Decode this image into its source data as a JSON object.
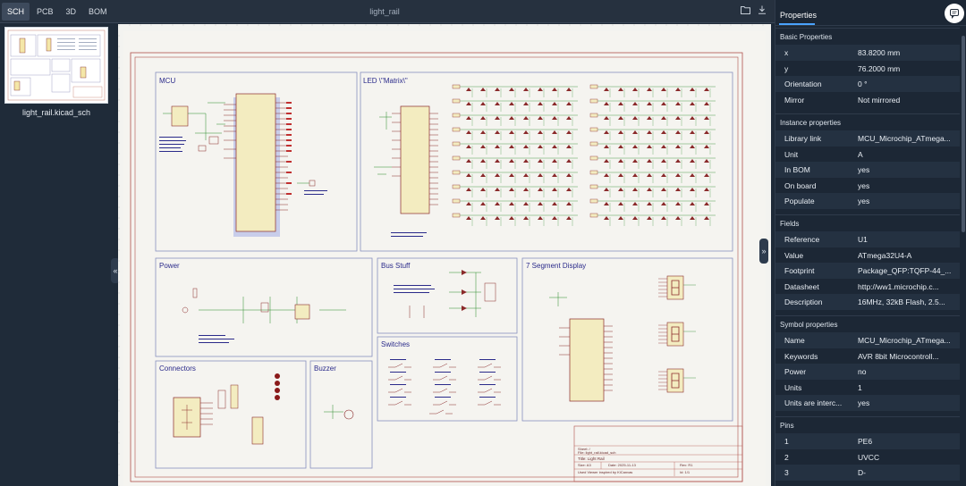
{
  "tabs": [
    {
      "label": "SCH",
      "active": true
    },
    {
      "label": "PCB",
      "active": false
    },
    {
      "label": "3D",
      "active": false
    },
    {
      "label": "BOM",
      "active": false
    }
  ],
  "filename": "light_rail",
  "icons": {
    "open": "folder-icon",
    "download": "download-icon",
    "chat": "chat-icon",
    "collapse_left": "chevrons-left-icon",
    "expand_right": "chevrons-right-icon"
  },
  "sheet": {
    "label": "light_rail.kicad_sch"
  },
  "schematic": {
    "blocks": {
      "mcu": "MCU",
      "led": "LED \\\"Matrix\\\"",
      "power": "Power",
      "bus": "Bus Stuff",
      "seg": "7 Segment Display",
      "switches": "Switches",
      "connectors": "Connectors",
      "buzzer": "Buzzer"
    },
    "title_block": {
      "line1": "Sheet: /",
      "line2": "File: light_rail.kicad_sch",
      "line3": "Title: Light Rail",
      "size": "Size: A3",
      "date": "Date: 2025-11-13",
      "rev": "Rev: R1",
      "tool": "Used Viewer inspired by KiCanvas",
      "id": "Id: 1/1"
    }
  },
  "properties": {
    "title": "Properties",
    "sections": [
      {
        "title": "Basic Properties",
        "rows": [
          {
            "k": "x",
            "v": "83.8200 mm"
          },
          {
            "k": "y",
            "v": "76.2000 mm"
          },
          {
            "k": "Orientation",
            "v": "0 °"
          },
          {
            "k": "Mirror",
            "v": "Not mirrored"
          }
        ]
      },
      {
        "title": "Instance properties",
        "rows": [
          {
            "k": "Library link",
            "v": "MCU_Microchip_ATmega..."
          },
          {
            "k": "Unit",
            "v": "A"
          },
          {
            "k": "In BOM",
            "v": "yes"
          },
          {
            "k": "On board",
            "v": "yes"
          },
          {
            "k": "Populate",
            "v": "yes"
          }
        ]
      },
      {
        "title": "Fields",
        "rows": [
          {
            "k": "Reference",
            "v": "U1"
          },
          {
            "k": "Value",
            "v": "ATmega32U4-A"
          },
          {
            "k": "Footprint",
            "v": "Package_QFP:TQFP-44_..."
          },
          {
            "k": "Datasheet",
            "v": "http://ww1.microchip.c..."
          },
          {
            "k": "Description",
            "v": "16MHz, 32kB Flash, 2.5..."
          }
        ]
      },
      {
        "title": "Symbol properties",
        "rows": [
          {
            "k": "Name",
            "v": "MCU_Microchip_ATmega..."
          },
          {
            "k": "Keywords",
            "v": "AVR 8bit Microcontroll..."
          },
          {
            "k": "Power",
            "v": "no"
          },
          {
            "k": "Units",
            "v": "1"
          },
          {
            "k": "Units are interc...",
            "v": "yes"
          }
        ]
      },
      {
        "title": "Pins",
        "rows": [
          {
            "k": "1",
            "v": "PE6"
          },
          {
            "k": "2",
            "v": "UVCC"
          },
          {
            "k": "3",
            "v": "D-"
          }
        ]
      }
    ]
  }
}
